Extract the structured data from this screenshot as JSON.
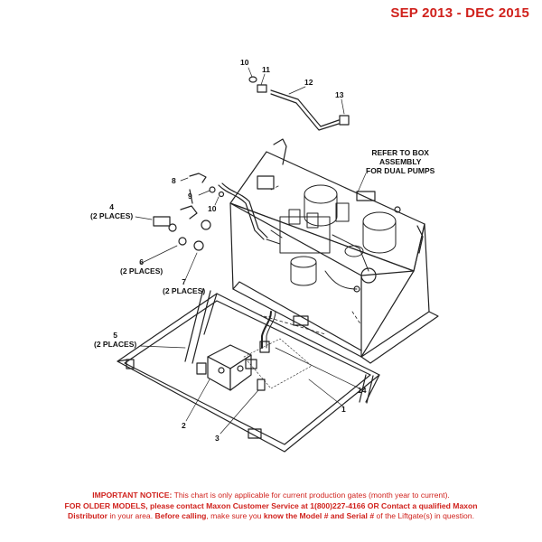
{
  "header": {
    "date_range": "SEP 2013 - DEC 2015"
  },
  "callouts": {
    "c10a": "10",
    "c11": "11",
    "c12": "12",
    "c13": "13",
    "refer": [
      "REFER TO BOX",
      "ASSEMBLY",
      "FOR DUAL PUMPS"
    ],
    "c8": "8",
    "c9": "9",
    "c10b": "10",
    "c4": "4",
    "c4_places": "(2 PLACES)",
    "c6": "6",
    "c6_places": "(2 PLACES)",
    "c7": "7",
    "c7_places": "(2 PLACES)",
    "c5": "5",
    "c5_places": "(2 PLACES)",
    "c14": "14",
    "c1": "1",
    "c2": "2",
    "c3": "3"
  },
  "notice": {
    "important_label": "IMPORTANT NOTICE:",
    "line1_rest": " This chart is only applicable for current production gates (month year to current).",
    "line2": "FOR OLDER MODELS, please contact Maxon Customer Service at 1(800)227-4166 OR Contact a qualified Maxon",
    "line3_a": "Distributor",
    "line3_b": " in your area. ",
    "line3_c": "Before calling",
    "line3_d": ", make sure you ",
    "line3_e": "know the Model # and Serial #",
    "line3_f": " of the Liftgate(s) in question."
  }
}
